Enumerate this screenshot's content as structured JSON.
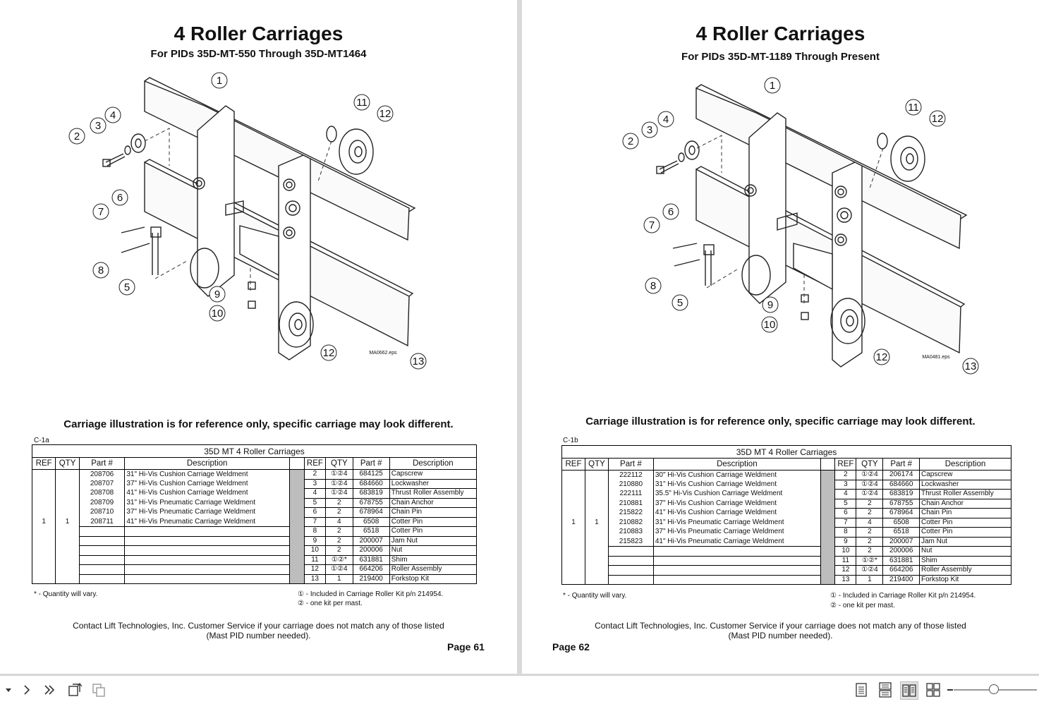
{
  "pages": [
    {
      "title": "4 Roller Carriages",
      "subtitle": "For PIDs 35D-MT-550 Through 35D-MT1464",
      "drawing_ref": "MA0662.eps",
      "note": "Carriage illustration is for reference only, specific carriage may look different.",
      "fig_id": "C-1a",
      "table_caption": "35D MT 4 Roller Carriages",
      "headers": [
        "REF",
        "QTY",
        "Part #",
        "Description"
      ],
      "ref": "1",
      "qty": "1",
      "left_rows": [
        {
          "part": "208706",
          "desc": "31\" Hi-Vis Cushion Carriage Weldment"
        },
        {
          "part": "208707",
          "desc": "37\" Hi-Vis Cushion Carriage Weldment"
        },
        {
          "part": "208708",
          "desc": "41\" Hi-Vis Cushion Carriage Weldment"
        },
        {
          "part": "208709",
          "desc": "31\" Hi-Vis Pneumatic Carriage Weldment"
        },
        {
          "part": "208710",
          "desc": "37\" Hi-Vis Pneumatic Carriage Weldment"
        },
        {
          "part": "208711",
          "desc": "41\" Hi-Vis Pneumatic Carriage Weldment"
        }
      ],
      "right_rows": [
        {
          "ref": "2",
          "qty": "①②4",
          "part": "684125",
          "desc": "Capscrew"
        },
        {
          "ref": "3",
          "qty": "①②4",
          "part": "684660",
          "desc": "Lockwasher"
        },
        {
          "ref": "4",
          "qty": "①②4",
          "part": "683819",
          "desc": "Thrust Roller Assembly"
        },
        {
          "ref": "5",
          "qty": "2",
          "part": "678755",
          "desc": "Chain Anchor"
        },
        {
          "ref": "6",
          "qty": "2",
          "part": "678964",
          "desc": "Chain Pin"
        },
        {
          "ref": "7",
          "qty": "4",
          "part": "6508",
          "desc": "Cotter Pin"
        },
        {
          "ref": "8",
          "qty": "2",
          "part": "6518",
          "desc": "Cotter Pin"
        },
        {
          "ref": "9",
          "qty": "2",
          "part": "200007",
          "desc": "Jam Nut"
        },
        {
          "ref": "10",
          "qty": "2",
          "part": "200006",
          "desc": "Nut"
        },
        {
          "ref": "11",
          "qty": "①②*",
          "part": "631881",
          "desc": "Shim"
        },
        {
          "ref": "12",
          "qty": "①②4",
          "part": "664206",
          "desc": "Roller Assembly"
        },
        {
          "ref": "13",
          "qty": "1",
          "part": "219400",
          "desc": "Forkstop Kit"
        }
      ],
      "footnote_qty": "* - Quantity will vary.",
      "footnote_kit": "① - Included in Carriage Roller Kit p/n 214954.",
      "footnote_mast": "② - one kit per mast.",
      "contact_line1": "Contact Lift Technologies, Inc.  Customer Service if your  carriage does not match any of those listed",
      "contact_line2": "(Mast PID number needed).",
      "page_number": "Page 61"
    },
    {
      "title": "4 Roller Carriages",
      "subtitle": "For PIDs 35D-MT-1189 Through Present",
      "drawing_ref": "MA0481.eps",
      "note": "Carriage illustration is for reference only, specific carriage may look different.",
      "fig_id": "C-1b",
      "table_caption": "35D MT 4 Roller Carriages",
      "headers": [
        "REF",
        "QTY",
        "Part #",
        "Description"
      ],
      "ref": "1",
      "qty": "1",
      "left_rows": [
        {
          "part": "222112",
          "desc": "30\" Hi-Vis Cushion Carriage Weldment"
        },
        {
          "part": "210880",
          "desc": "31\" Hi-Vis Cushion Carriage Weldment"
        },
        {
          "part": "222111",
          "desc": "35.5\" Hi-Vis Cushion Carriage Weldment"
        },
        {
          "part": "210881",
          "desc": "37\" Hi-Vis Cushion Carriage Weldment"
        },
        {
          "part": "215822",
          "desc": "41\" Hi-Vis Cushion Carriage Weldment"
        },
        {
          "part": "210882",
          "desc": "31\" Hi-Vis Pneumatic Carriage Weldment"
        },
        {
          "part": "210883",
          "desc": "37\" Hi-Vis Pneumatic Carriage Weldment"
        },
        {
          "part": "215823",
          "desc": "41\" Hi-Vis Pneumatic Carriage Weldment"
        }
      ],
      "right_rows": [
        {
          "ref": "2",
          "qty": "①②4",
          "part": "206174",
          "desc": "Capscrew"
        },
        {
          "ref": "3",
          "qty": "①②4",
          "part": "684660",
          "desc": "Lockwasher"
        },
        {
          "ref": "4",
          "qty": "①②4",
          "part": "683819",
          "desc": "Thrust Roller Assembly"
        },
        {
          "ref": "5",
          "qty": "2",
          "part": "678755",
          "desc": "Chain Anchor"
        },
        {
          "ref": "6",
          "qty": "2",
          "part": "678964",
          "desc": "Chain Pin"
        },
        {
          "ref": "7",
          "qty": "4",
          "part": "6508",
          "desc": "Cotter Pin"
        },
        {
          "ref": "8",
          "qty": "2",
          "part": "6518",
          "desc": "Cotter Pin"
        },
        {
          "ref": "9",
          "qty": "2",
          "part": "200007",
          "desc": "Jam Nut"
        },
        {
          "ref": "10",
          "qty": "2",
          "part": "200006",
          "desc": "Nut"
        },
        {
          "ref": "11",
          "qty": "①②*",
          "part": "631881",
          "desc": "Shim"
        },
        {
          "ref": "12",
          "qty": "①②4",
          "part": "664206",
          "desc": "Roller Assembly"
        },
        {
          "ref": "13",
          "qty": "1",
          "part": "219400",
          "desc": "Forkstop Kit"
        }
      ],
      "footnote_qty": "* - Quantity will vary.",
      "footnote_kit": "① - Included in Carriage Roller Kit p/n 214954.",
      "footnote_mast": "② - one kit per mast.",
      "contact_line1": "Contact Lift Technologies, Inc.  Customer Service if your  carriage does not match any of those listed",
      "contact_line2": "(Mast PID number needed).",
      "page_number": "Page 62"
    }
  ],
  "callouts": [
    "1",
    "2",
    "3",
    "4",
    "5",
    "6",
    "7",
    "8",
    "9",
    "10",
    "11",
    "12",
    "12",
    "13"
  ],
  "toolbar": {
    "icons": [
      "dropdown-icon",
      "next-page-icon",
      "last-page-icon",
      "rotate-icon",
      "copy-icon",
      "single-page-icon",
      "continuous-icon",
      "two-page-icon",
      "grid-view-icon",
      "zoom-slider"
    ]
  }
}
